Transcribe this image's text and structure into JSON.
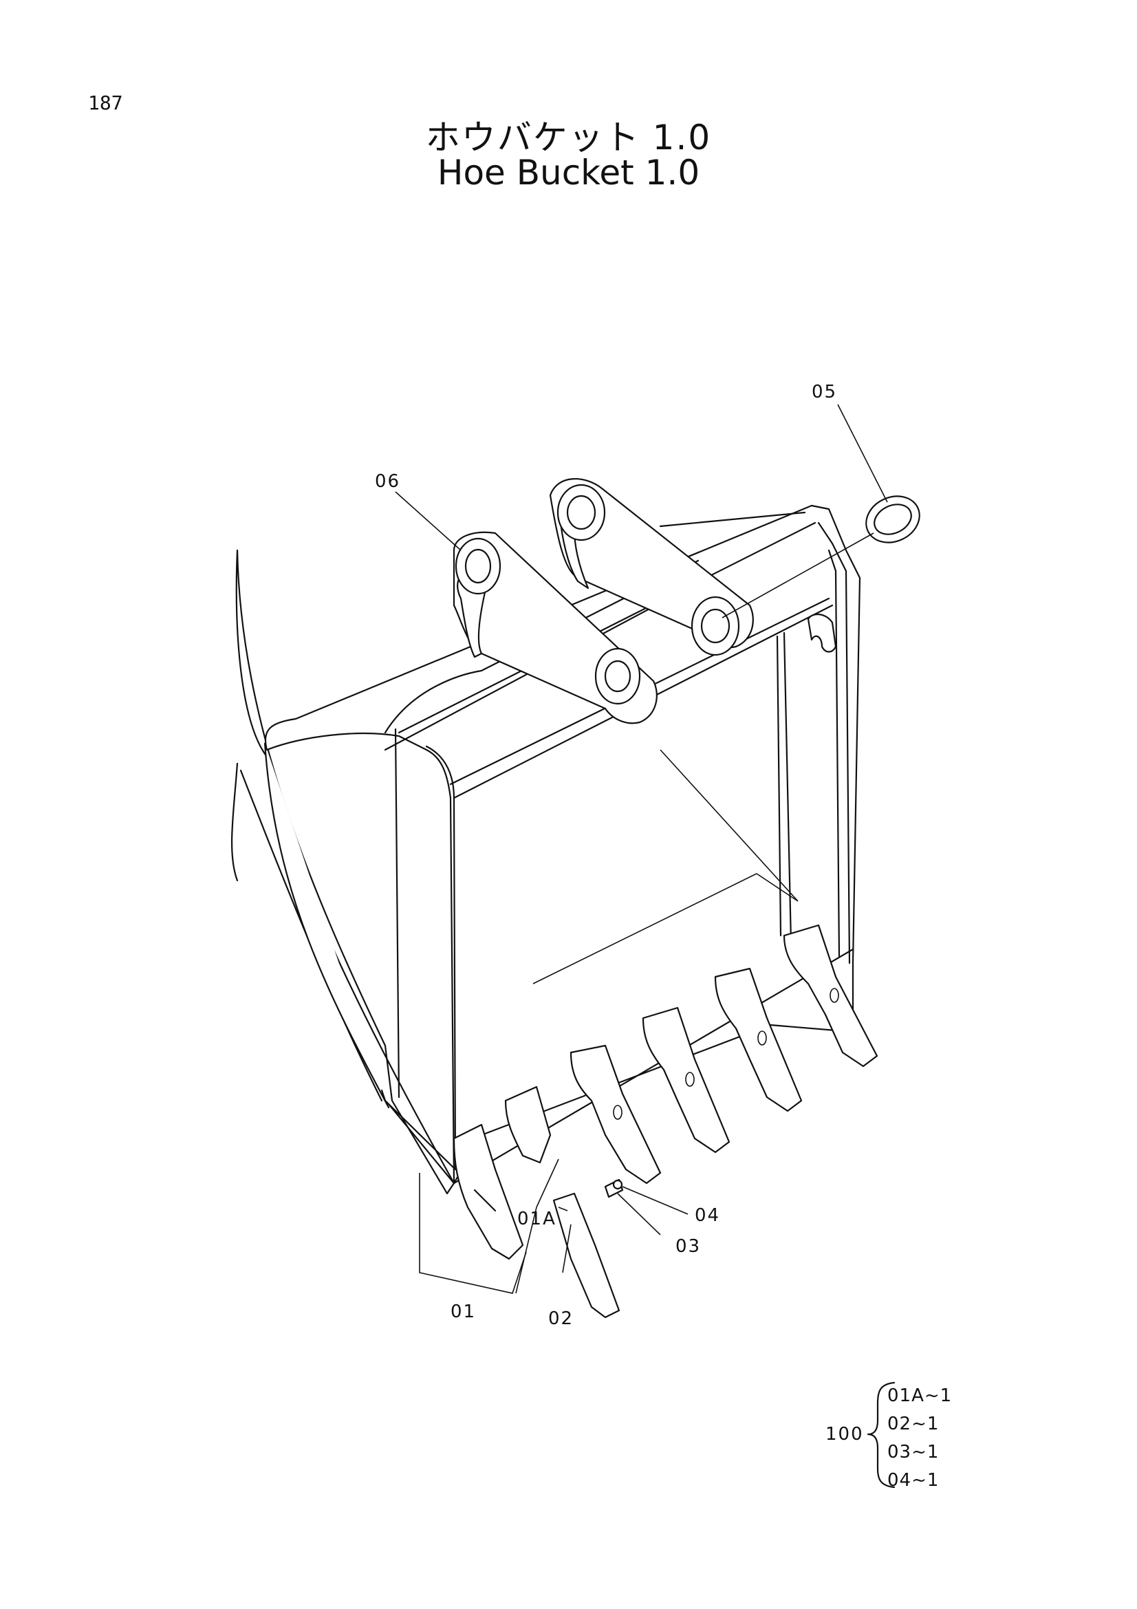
{
  "page": {
    "number": "187"
  },
  "title": {
    "jp": "ホウバケット 1.0",
    "en": "Hoe Bucket 1.0"
  },
  "callouts": {
    "c05": "05",
    "c06": "06",
    "c01A": "01A",
    "c04": "04",
    "c03": "03",
    "c01": "01",
    "c02": "02"
  },
  "kit": {
    "number": "100",
    "items": [
      "01A~1",
      "02~1",
      "03~1",
      "04~1"
    ]
  }
}
